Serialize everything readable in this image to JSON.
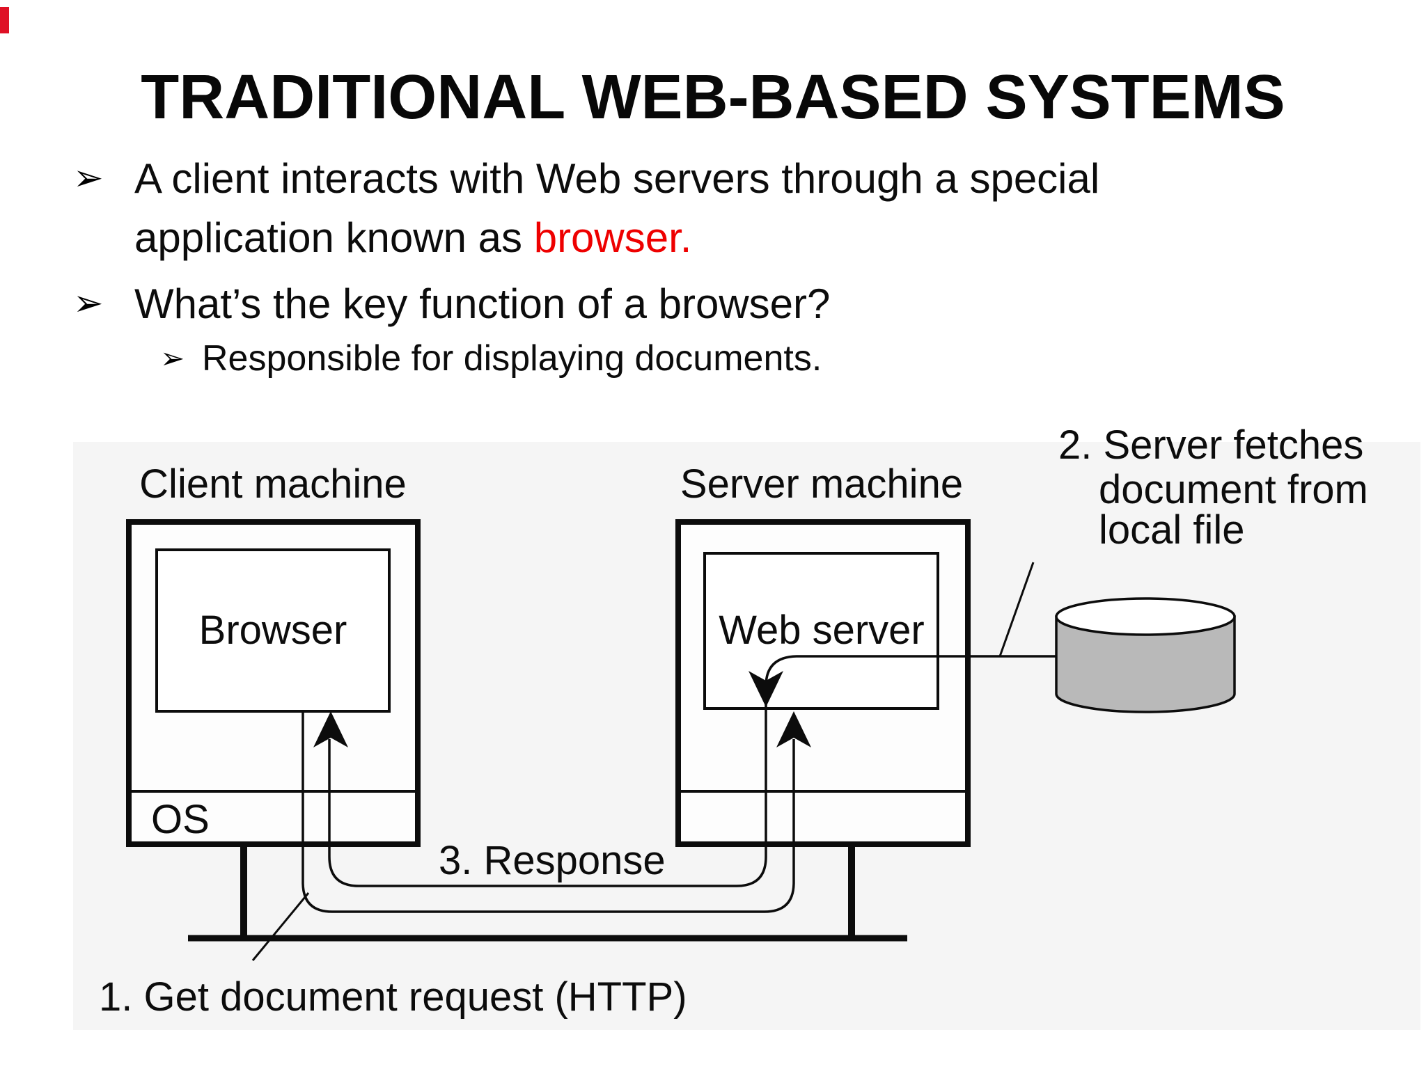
{
  "page": {
    "accent_red": "#ee0000",
    "corner_red": "#df1125",
    "figure_bg": "#f5f5f5",
    "cylinder_gray": "#b9b9b9",
    "box_fill": "#fdfdfd"
  },
  "title": "TRADITIONAL WEB-BASED SYSTEMS",
  "bullets": {
    "marker": "➢",
    "b1_line1": "A client interacts with Web servers through a special",
    "b1_line2_black": "application known as ",
    "b1_line2_red": "browser.",
    "b2": "What’s the key function of a browser?",
    "sub1": "Responsible for displaying documents."
  },
  "diagram": {
    "client_machine_label": "Client machine",
    "server_machine_label": "Server machine",
    "browser_label": "Browser",
    "os_label": "OS",
    "web_server_label": "Web server",
    "annotation_fetch_line1": "2. Server fetches",
    "annotation_fetch_line2": "document from",
    "annotation_fetch_line3": "local file",
    "annotation_response": "3. Response",
    "annotation_request": "1. Get document request (HTTP)"
  }
}
